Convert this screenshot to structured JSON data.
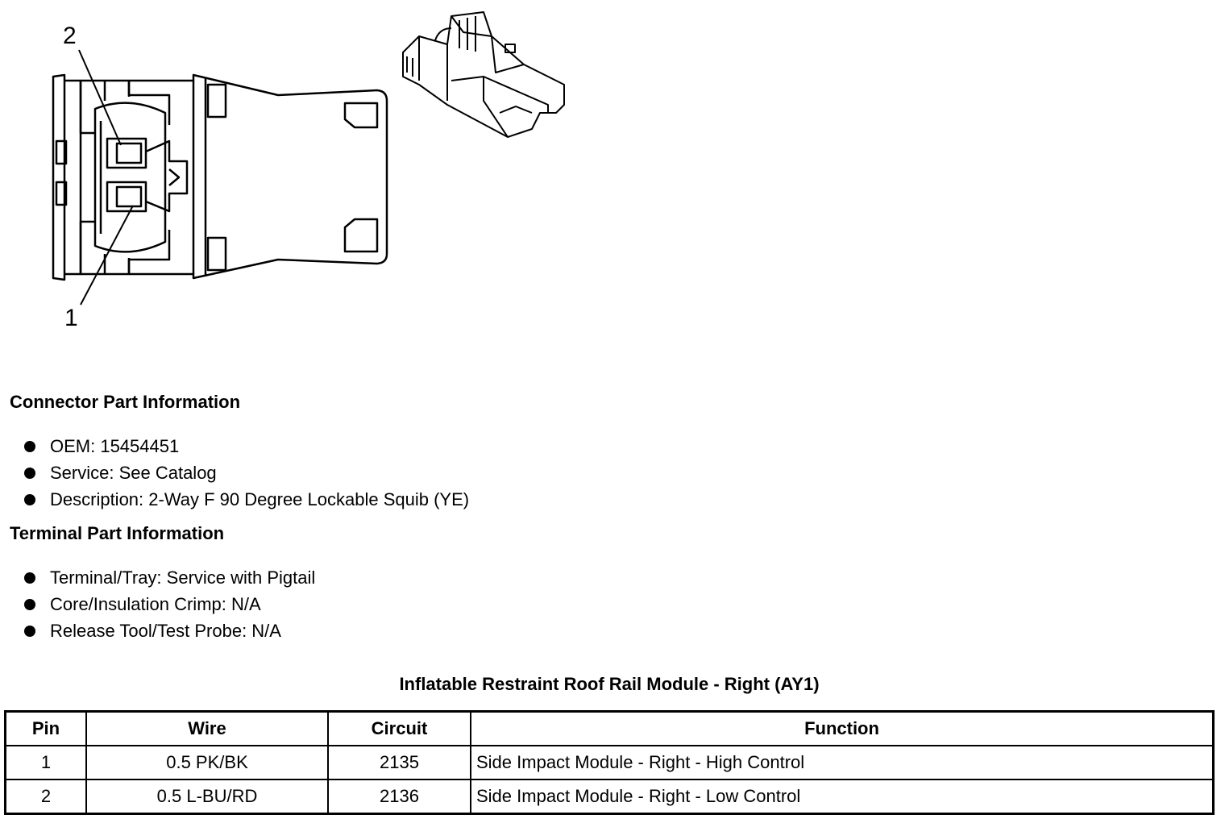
{
  "diagram": {
    "pin_labels": [
      "2",
      "1"
    ]
  },
  "connector_section": {
    "title": "Connector Part Information",
    "items": [
      "OEM: 15454451",
      "Service: See Catalog",
      "Description: 2-Way F 90 Degree Lockable Squib (YE)"
    ]
  },
  "terminal_section": {
    "title": "Terminal Part Information",
    "items": [
      "Terminal/Tray: Service with Pigtail",
      "Core/Insulation Crimp: N/A",
      "Release Tool/Test Probe: N/A"
    ]
  },
  "table": {
    "title": "Inflatable Restraint Roof Rail Module - Right (AY1)",
    "headers": [
      "Pin",
      "Wire",
      "Circuit",
      "Function"
    ],
    "rows": [
      [
        "1",
        "0.5 PK/BK",
        "2135",
        "Side Impact Module - Right - High Control"
      ],
      [
        "2",
        "0.5 L-BU/RD",
        "2136",
        "Side Impact Module - Right - Low Control"
      ]
    ]
  }
}
